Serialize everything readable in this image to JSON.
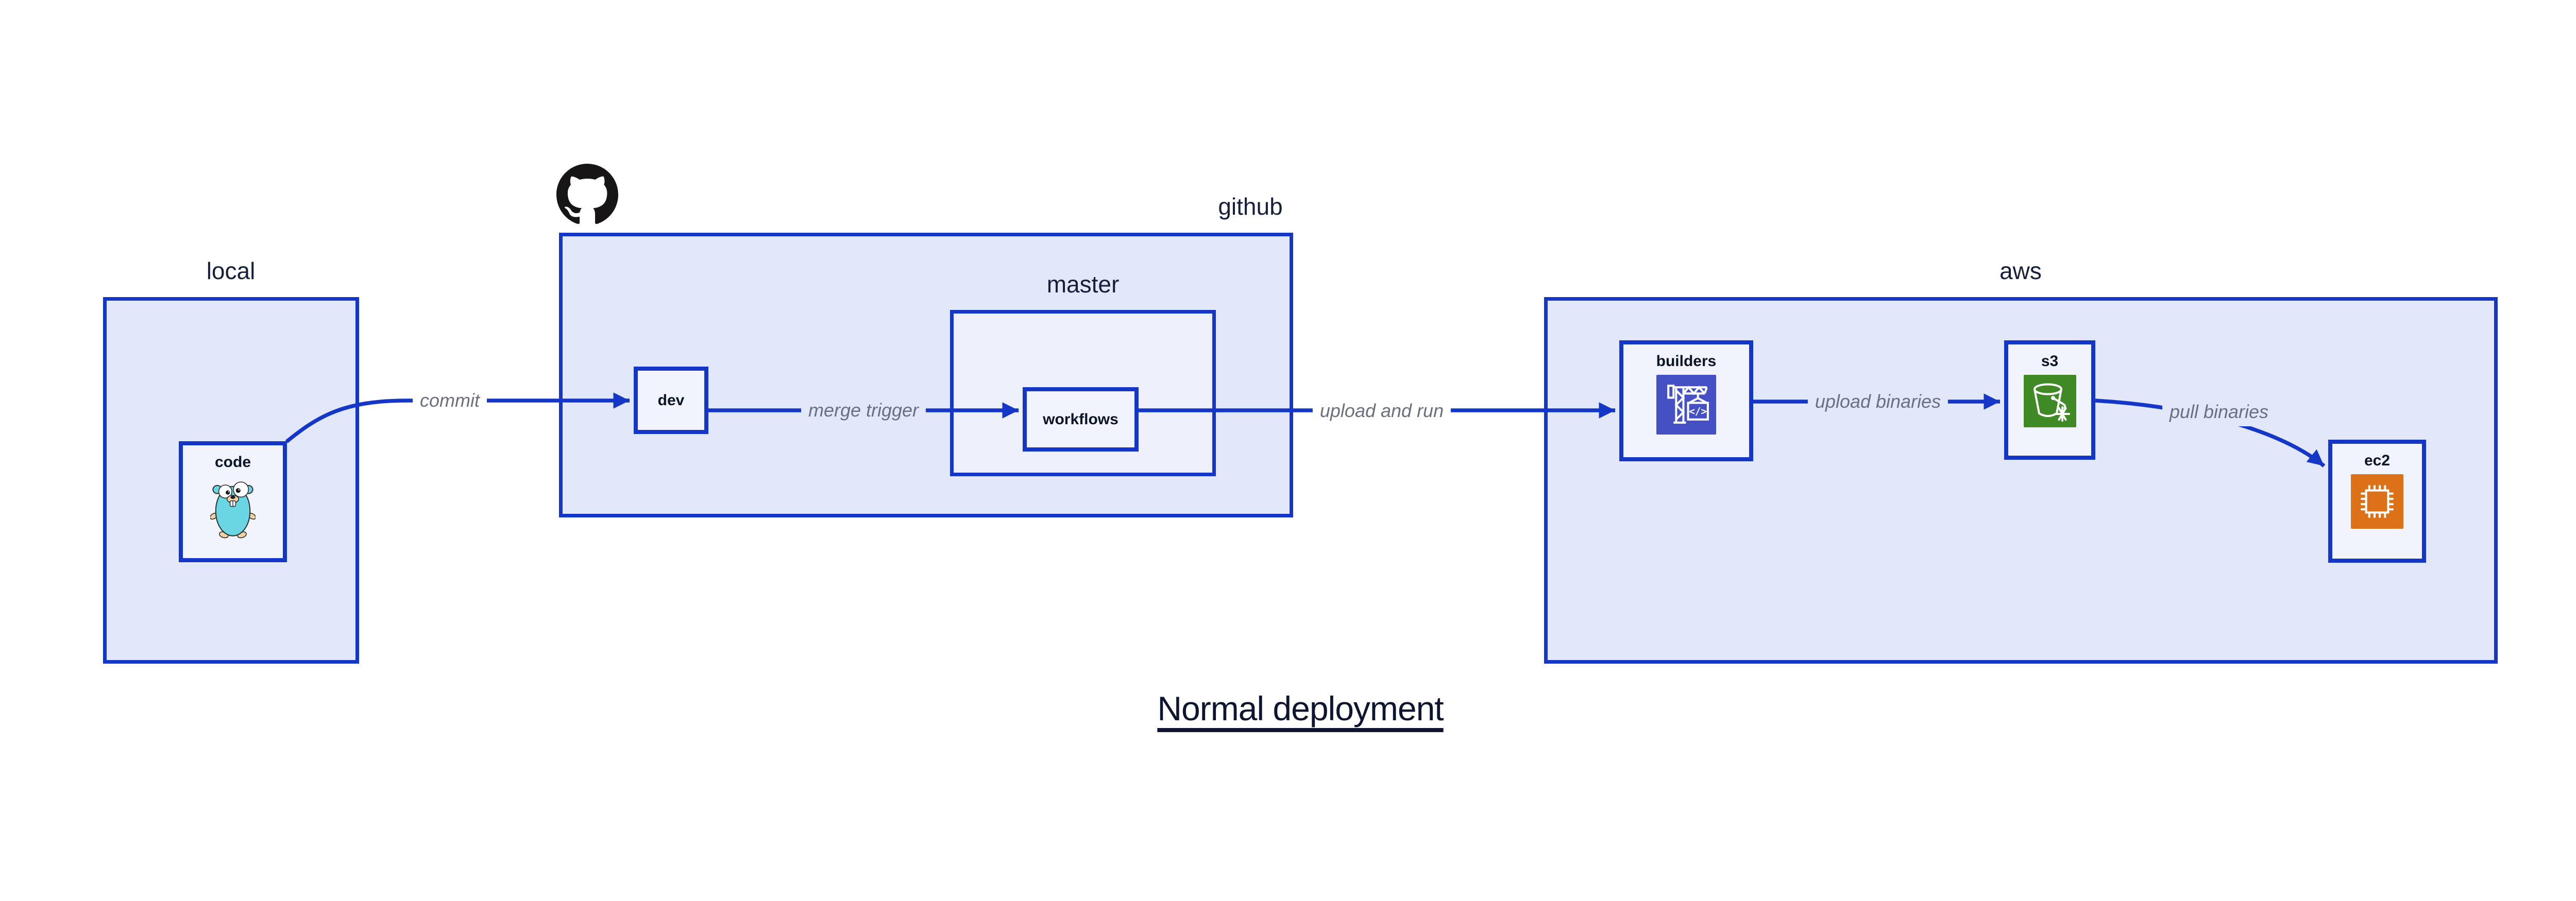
{
  "title": "Normal deployment",
  "containers": {
    "local": {
      "label": "local"
    },
    "github": {
      "label": "github"
    },
    "master": {
      "label": "master"
    },
    "aws": {
      "label": "aws"
    }
  },
  "nodes": {
    "code": {
      "label": "code",
      "icon": "go-gopher-icon"
    },
    "dev": {
      "label": "dev"
    },
    "workflows": {
      "label": "workflows"
    },
    "builders": {
      "label": "builders",
      "icon": "codebuild-crane-icon"
    },
    "s3": {
      "label": "s3",
      "icon": "s3-glacier-bucket-icon"
    },
    "ec2": {
      "label": "ec2",
      "icon": "ec2-chip-icon"
    }
  },
  "edges": {
    "commit": {
      "label": "commit",
      "from": "code",
      "to": "dev"
    },
    "merge_trigger": {
      "label": "merge trigger",
      "from": "dev",
      "to": "workflows"
    },
    "upload_and_run": {
      "label": "upload and run",
      "from": "workflows",
      "to": "builders"
    },
    "upload_binaries": {
      "label": "upload binaries",
      "from": "builders",
      "to": "s3"
    },
    "pull_binaries": {
      "label": "pull binaries",
      "from": "s3",
      "to": "ec2"
    }
  },
  "colors": {
    "edge_blue": "#1537C8",
    "container_fill": "#E2E7F9",
    "master_fill": "#EDF0FB",
    "node_fill": "#F2F4FD",
    "text_navy": "#0D1530",
    "edge_label_gray": "#6B7080",
    "codebuild_indigo": "#4450C4",
    "s3_green": "#3F8A24",
    "ec2_orange": "#DC7117",
    "gopher_teal": "#6AD6E3",
    "github_black": "#171515"
  }
}
